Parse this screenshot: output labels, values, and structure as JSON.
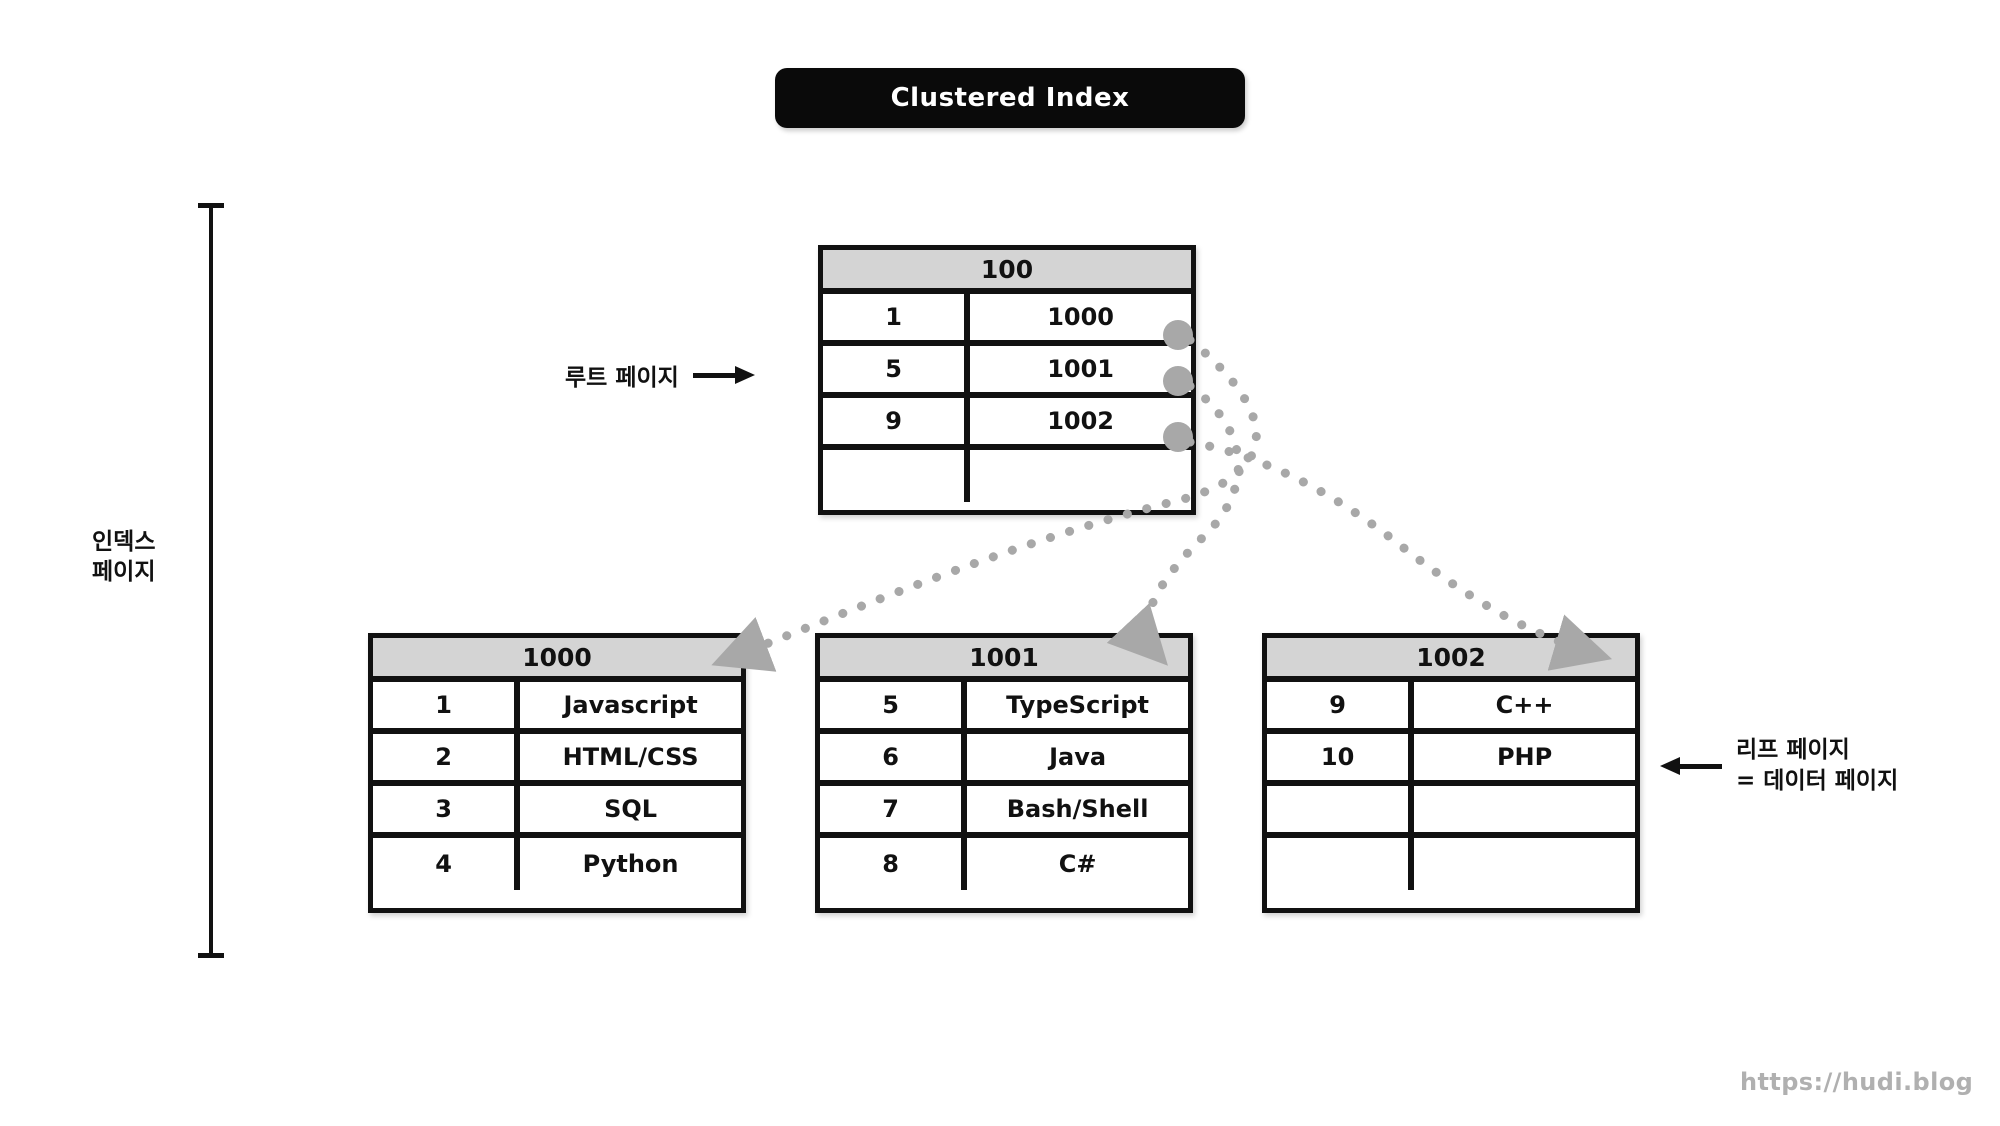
{
  "title": {
    "badge_label": "Clustered Index"
  },
  "annotations": {
    "index_pages_label": "인덱스\n페이지",
    "index_pages_line1": "인덱스",
    "index_pages_line2": "페이지",
    "root_page_label": "루트 페이지",
    "leaf_page_line1": "리프 페이지",
    "leaf_page_line2": "= 데이터 페이지"
  },
  "watermark": "https://hudi.blog",
  "colors": {
    "badge_background": "#0a0a0a",
    "badge_text": "#ffffff",
    "table_border": "#111111",
    "header_fill": "#d4d4d4",
    "connector": "#a8a8a8",
    "watermark_text": "#b0b0b0",
    "page_background": "#ffffff"
  },
  "root_page": {
    "header": "100",
    "rows": [
      {
        "key": "1",
        "value": "1000"
      },
      {
        "key": "5",
        "value": "1001"
      },
      {
        "key": "9",
        "value": "1002"
      },
      {
        "key": "",
        "value": ""
      }
    ]
  },
  "leaf_pages": [
    {
      "header": "1000",
      "rows": [
        {
          "key": "1",
          "value": "Javascript"
        },
        {
          "key": "2",
          "value": "HTML/CSS"
        },
        {
          "key": "3",
          "value": "SQL"
        },
        {
          "key": "4",
          "value": "Python"
        }
      ]
    },
    {
      "header": "1001",
      "rows": [
        {
          "key": "5",
          "value": "TypeScript"
        },
        {
          "key": "6",
          "value": "Java"
        },
        {
          "key": "7",
          "value": "Bash/Shell"
        },
        {
          "key": "8",
          "value": "C#"
        }
      ]
    },
    {
      "header": "1002",
      "rows": [
        {
          "key": "9",
          "value": "C++"
        },
        {
          "key": "10",
          "value": "PHP"
        },
        {
          "key": "",
          "value": ""
        },
        {
          "key": "",
          "value": ""
        }
      ]
    }
  ],
  "connectors": [
    {
      "from": "root-row-1000",
      "to": "leaf-page-1000"
    },
    {
      "from": "root-row-1001",
      "to": "leaf-page-1001"
    },
    {
      "from": "root-row-1002",
      "to": "leaf-page-1002"
    }
  ]
}
